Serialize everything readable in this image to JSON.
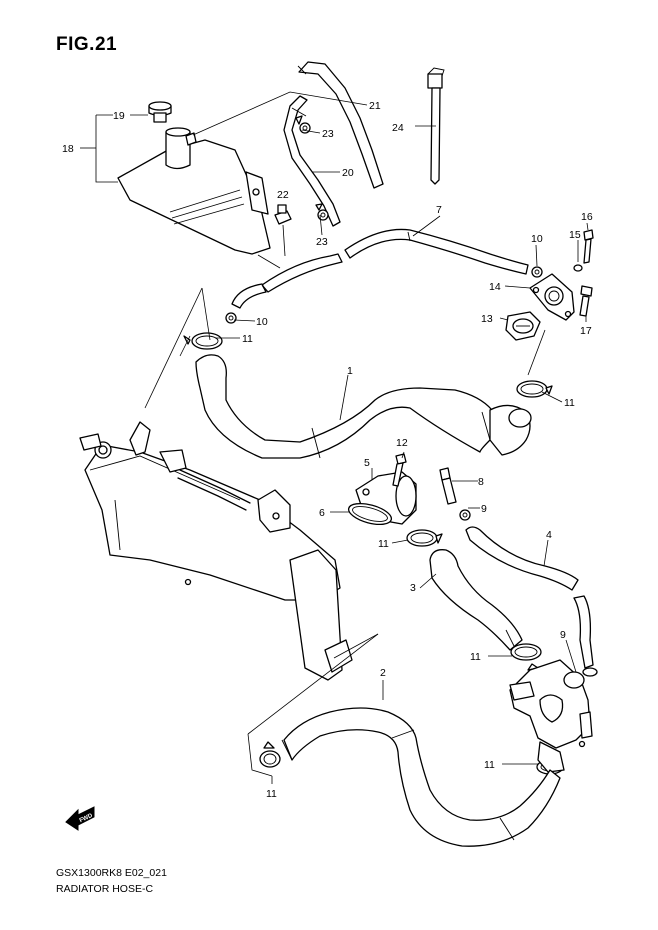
{
  "figure": {
    "title": "FIG.21",
    "code": "GSX1300RK8 E02_021",
    "name": "RADIATOR HOSE-C",
    "fwd_label": "FWD"
  },
  "callouts": [
    {
      "id": "c1",
      "label": "1"
    },
    {
      "id": "c2",
      "label": "2"
    },
    {
      "id": "c3",
      "label": "3"
    },
    {
      "id": "c4",
      "label": "4"
    },
    {
      "id": "c5",
      "label": "5"
    },
    {
      "id": "c6",
      "label": "6"
    },
    {
      "id": "c7",
      "label": "7"
    },
    {
      "id": "c8",
      "label": "8"
    },
    {
      "id": "c9a",
      "label": "9"
    },
    {
      "id": "c9b",
      "label": "9"
    },
    {
      "id": "c10a",
      "label": "10"
    },
    {
      "id": "c10b",
      "label": "10"
    },
    {
      "id": "c11a",
      "label": "11"
    },
    {
      "id": "c11b",
      "label": "11"
    },
    {
      "id": "c11c",
      "label": "11"
    },
    {
      "id": "c11d",
      "label": "11"
    },
    {
      "id": "c11e",
      "label": "11"
    },
    {
      "id": "c11f",
      "label": "11"
    },
    {
      "id": "c12",
      "label": "12"
    },
    {
      "id": "c13",
      "label": "13"
    },
    {
      "id": "c14",
      "label": "14"
    },
    {
      "id": "c15",
      "label": "15"
    },
    {
      "id": "c16",
      "label": "16"
    },
    {
      "id": "c17",
      "label": "17"
    },
    {
      "id": "c18",
      "label": "18"
    },
    {
      "id": "c19",
      "label": "19"
    },
    {
      "id": "c20",
      "label": "20"
    },
    {
      "id": "c21",
      "label": "21"
    },
    {
      "id": "c22",
      "label": "22"
    },
    {
      "id": "c23a",
      "label": "23"
    },
    {
      "id": "c23b",
      "label": "23"
    },
    {
      "id": "c24",
      "label": "24"
    }
  ]
}
